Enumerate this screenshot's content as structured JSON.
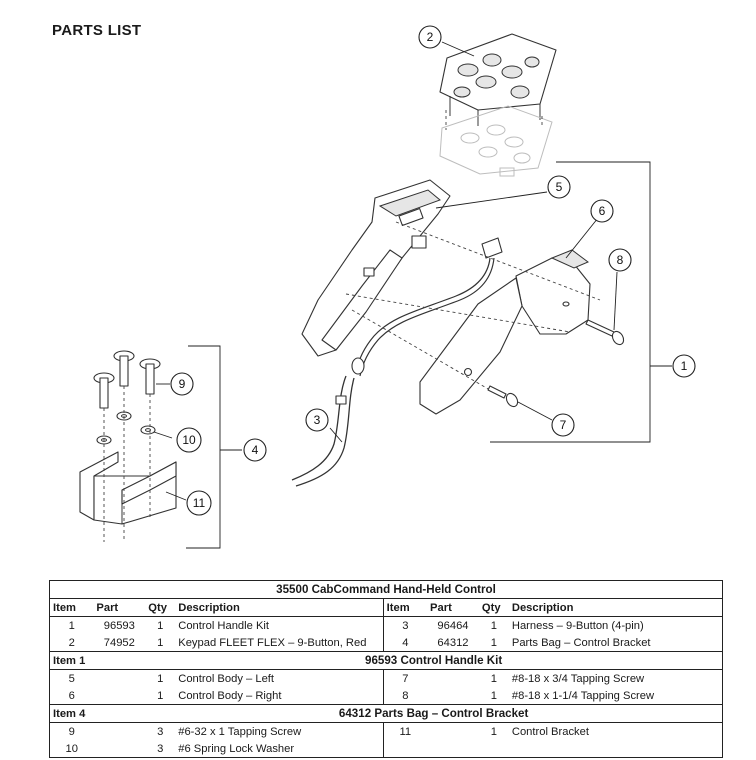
{
  "page": {
    "title": "PARTS LIST"
  },
  "callouts": [
    "1",
    "2",
    "3",
    "4",
    "5",
    "6",
    "7",
    "8",
    "9",
    "10",
    "11"
  ],
  "table": {
    "title": "35500  CabCommand Hand-Held Control",
    "headers": [
      "Item",
      "Part",
      "Qty",
      "Description",
      "Item",
      "Part",
      "Qty",
      "Description"
    ],
    "rows": [
      [
        "1",
        "96593",
        "1",
        "Control Handle Kit",
        "3",
        "96464",
        "1",
        "Harness – 9-Button (4-pin)"
      ],
      [
        "2",
        "74952",
        "1",
        "Keypad FLEET FLEX – 9-Button, Red",
        "4",
        "64312",
        "1",
        "Parts Bag – Control Bracket"
      ]
    ],
    "sections": [
      {
        "label": "Item 1",
        "title": "96593  Control Handle Kit",
        "rows": [
          [
            "5",
            "",
            "1",
            "Control Body – Left",
            "7",
            "",
            "1",
            "#8-18 x 3/4 Tapping Screw"
          ],
          [
            "6",
            "",
            "1",
            "Control Body – Right",
            "8",
            "",
            "1",
            "#8-18 x 1-1/4 Tapping Screw"
          ]
        ]
      },
      {
        "label": "Item 4",
        "title": "64312  Parts Bag – Control Bracket",
        "rows": [
          [
            "9",
            "",
            "3",
            "#6-32 x 1 Tapping Screw",
            "11",
            "",
            "1",
            "Control Bracket"
          ],
          [
            "10",
            "",
            "3",
            "#6 Spring Lock Washer",
            "",
            "",
            "",
            ""
          ]
        ]
      }
    ]
  }
}
